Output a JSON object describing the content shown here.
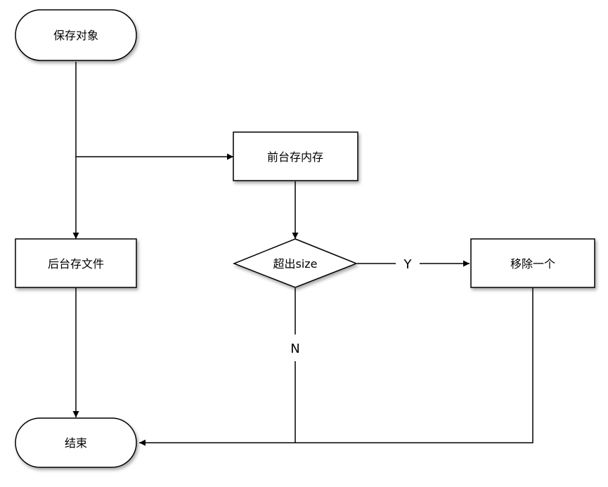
{
  "diagram": {
    "nodes": {
      "start": "保存对象",
      "frontend_cache": "前台存内存",
      "backend_file": "后台存文件",
      "decision": "超出size",
      "remove": "移除一个",
      "end": "结束"
    },
    "edge_labels": {
      "yes": "Y",
      "no": "N"
    }
  }
}
